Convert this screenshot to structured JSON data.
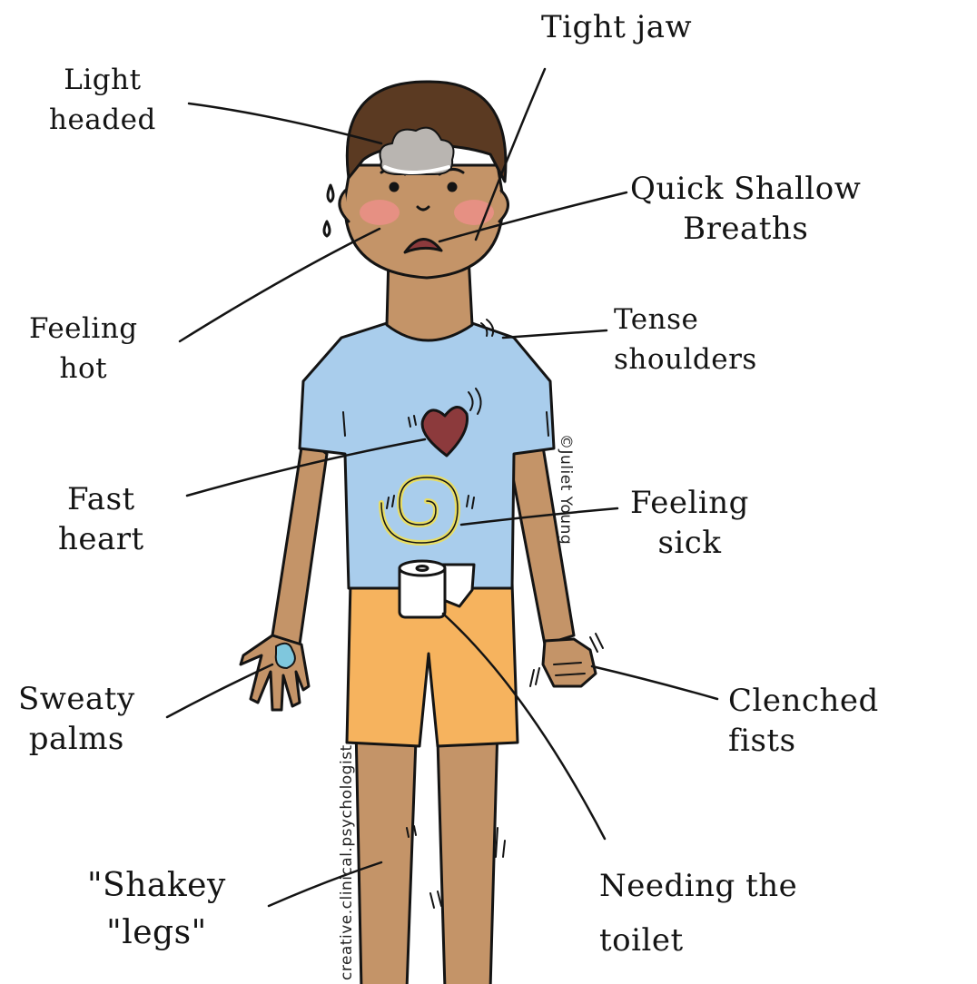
{
  "labels": {
    "light_headed": [
      "Light",
      "headed"
    ],
    "tight_jaw": [
      "Tight jaw"
    ],
    "quick_shallow_breaths": [
      "Quick Shallow",
      "Breaths"
    ],
    "feeling_hot": [
      "Feeling",
      "hot"
    ],
    "tense_shoulders": [
      "Tense",
      "shoulders"
    ],
    "fast_heart": [
      "Fast",
      "heart"
    ],
    "feeling_sick": [
      "Feeling",
      "sick"
    ],
    "sweaty_palms": [
      "Sweaty",
      "palms"
    ],
    "clenched_fists": [
      "Clenched",
      "fists"
    ],
    "shakey_legs": [
      "\"Shakey",
      "\"legs\""
    ],
    "needing_the_toilet": [
      "Needing the",
      "toilet"
    ]
  },
  "watermarks": {
    "author": "©Juliet Young",
    "handle": "creative.clinical.psychologist"
  },
  "colors": {
    "ink": "#141414",
    "skin": "#c49468",
    "hair": "#5b3a22",
    "shirt": "#a9cdec",
    "shorts": "#f6b35e",
    "heart": "#8c3a3c",
    "spiral": "#e8dd63",
    "cheeks": "#ef8f8a",
    "sweat": "#7fc7dd",
    "cloud": "#b9b5b1"
  }
}
